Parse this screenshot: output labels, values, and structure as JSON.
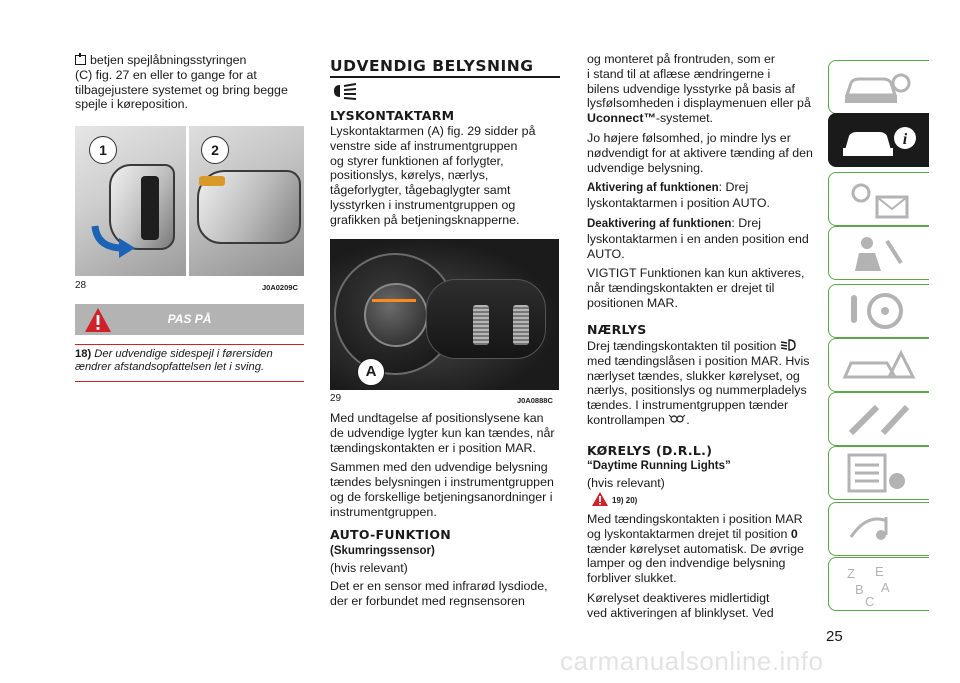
{
  "col1": {
    "intro_icon": "bullet-square-icon",
    "intro_lines": [
      "betjen spejlåbningsstyringen",
      "(C) fig. 27 en eller to gange for at",
      "tilbagejustere systemet og bring begge",
      "spejle i køreposition."
    ],
    "figure": {
      "label1": "1",
      "label2": "2",
      "fig_no": "28",
      "code": "J0A0209C"
    },
    "warning": {
      "title": "PAS PÅ",
      "note_no": "18)",
      "lines": [
        "Der udvendige sidespejl i førersiden",
        "ændrer afstandsopfattelsen let i sving."
      ]
    }
  },
  "col2": {
    "heading": "UDVENDIG BELYSNING",
    "subheading": "LYSKONTAKTARM",
    "p1": [
      "Lyskontaktarmen (A) fig. 29 sidder på",
      "venstre side af instrumentgruppen",
      "og styrer funktionen af forlygter,",
      "positionslys, kørelys, nærlys,",
      "tågeforlygter, tågebaglygter samt",
      "lysstyrken i instrumentgruppen og",
      "grafikken på betjeningsknapperne."
    ],
    "figure": {
      "label": "A",
      "fig_no": "29",
      "code": "J0A0888C"
    },
    "p2": [
      "Med undtagelse af positionslysene kan",
      "de udvendige lygter kun kan tændes, når",
      "tændingskontakten er i position MAR."
    ],
    "p3": [
      "Sammen med den udvendige belysning",
      "tændes belysningen i instrumentgruppen",
      "og de forskellige betjeningsanordninger i",
      "instrumentgruppen."
    ],
    "auto_heading": "AUTO-FUNKTION",
    "auto_sub": "(Skumringssensor)",
    "auto_p1": "(hvis relevant)",
    "auto_p2": [
      "Det er en sensor med infrarød lysdiode,",
      "der er forbundet med regnsensoren"
    ]
  },
  "col3": {
    "p1": [
      "og monteret på frontruden, som er",
      "i stand til at aflæse ændringerne i",
      "bilens udvendige lysstyrke på basis af",
      "lysfølsomheden i displaymenuen eller på"
    ],
    "p1_bold": "Uconnect™",
    "p1_tail": "-systemet.",
    "p2": [
      "Jo højere følsomhed, jo mindre lys er",
      "nødvendigt for at aktivere tænding af den",
      "udvendige belysning."
    ],
    "act_label": "Aktivering af funktionen",
    "act_text": ": Drej",
    "act_line2": "lyskontaktarmen i position AUTO.",
    "deact_label": "Deaktivering af funktionen",
    "deact_text": ": Drej",
    "deact_lines": [
      "lyskontaktarmen i en anden position end",
      "AUTO."
    ],
    "note": [
      "VIGTIGT Funktionen kan kun aktiveres,",
      "når tændingskontakten er drejet til",
      "positionen MAR."
    ],
    "naer_heading": "NÆRLYS",
    "naer_p": [
      "Drej tændingskontakten til position",
      "med tændingslåsen i position MAR. Hvis",
      "nærlyset tændes, slukker kørelyset, og",
      "nærlys, positionslys og nummerpladelys",
      "tændes. I instrumentgruppen tænder",
      "kontrollampen"
    ],
    "drl_heading": "KØRELYS (D.R.L.)",
    "drl_sub": "“Daytime Running Lights”",
    "drl_p1": "(hvis relevant)",
    "drl_refs": "19) 20)",
    "drl_p2a": [
      "Med tændingskontakten i position MAR",
      "og lyskontaktarmen drejet til position"
    ],
    "drl_pos": "0",
    "drl_p2b": [
      "tænder kørelyset automatisk. De øvrige",
      "lamper og den indvendige belysning",
      "forbliver slukket."
    ],
    "drl_p3": [
      "Kørelyset deaktiveres midlertidigt",
      "ved aktiveringen af blinklyset. Ved"
    ]
  },
  "page_number": "25",
  "watermark": "carmanualsonline.info",
  "tabs": [
    {
      "icon": "car-dashboard-icon"
    },
    {
      "icon": "car-info-icon",
      "active": true
    },
    {
      "icon": "warning-lights-icon"
    },
    {
      "icon": "airbag-seat-icon"
    },
    {
      "icon": "steering-wheel-icon"
    },
    {
      "icon": "emergency-car-icon"
    },
    {
      "icon": "maintenance-tools-icon"
    },
    {
      "icon": "technical-data-icon"
    },
    {
      "icon": "multimedia-icon"
    },
    {
      "icon": "alphabetical-index-icon"
    }
  ],
  "colors": {
    "tab_border": "#5aa84a",
    "active_tab": "#1a1a1a",
    "warning_red": "#d0202a",
    "warning_box": "#b3b3b3"
  }
}
